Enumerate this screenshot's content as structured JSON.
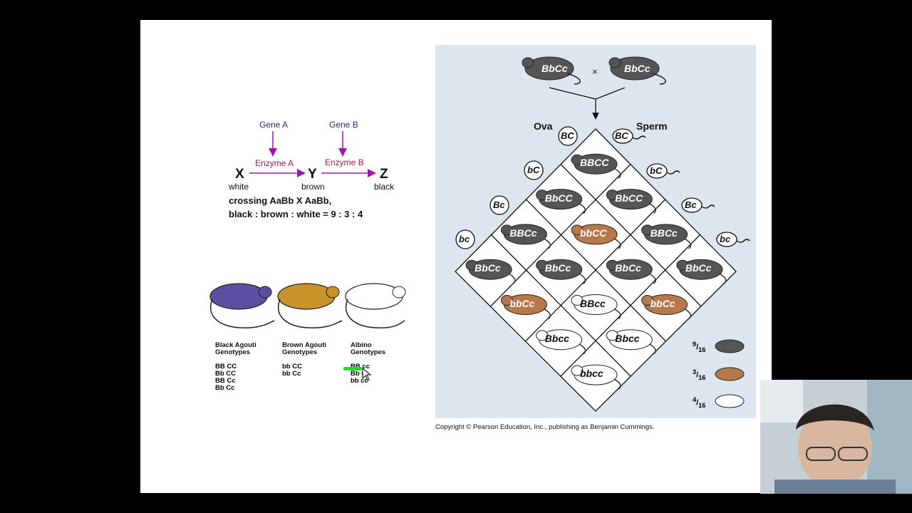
{
  "pathway": {
    "gene_a": "Gene A",
    "gene_b": "Gene B",
    "enzyme_a": "Enzyme A",
    "enzyme_b": "Enzyme B",
    "x": "X",
    "y": "Y",
    "z": "Z",
    "x_label": "white",
    "y_label": "brown",
    "z_label": "black",
    "cross_line1": "crossing AaBb X AaBb,",
    "cross_line2": "black : brown :  white = 9 : 3 : 4"
  },
  "mice_groups": [
    {
      "title": "Black Agouti Genotypes",
      "genotypes": [
        "BB CC",
        "Bb CC",
        "BB Cc",
        "Bb Cc"
      ],
      "color": "#5a4fa0"
    },
    {
      "title": "Brown Agouti Genotypes",
      "genotypes": [
        "bb CC",
        "bb Cc"
      ],
      "color": "#c8942a"
    },
    {
      "title": "Albino Genotypes",
      "genotypes": [
        "BB cc",
        "Bb cc",
        "bb cc"
      ],
      "color": "#ffffff"
    }
  ],
  "punnett": {
    "parent_left": "BbCc",
    "parent_right": "BbCc",
    "cross_symbol": "×",
    "ova_label": "Ova",
    "sperm_label": "Sperm",
    "ova_gametes": [
      "BC",
      "bC",
      "Bc",
      "bc"
    ],
    "sperm_gametes": [
      "BC",
      "bC",
      "Bc",
      "bc"
    ],
    "cells": [
      [
        "BBCC",
        "BbCC",
        "BBCc",
        "BbCc"
      ],
      [
        "BbCC",
        "bbCC",
        "BbCc",
        "bbCc"
      ],
      [
        "BBCc",
        "BbCc",
        "BBcc",
        "Bbcc"
      ],
      [
        "BbCc",
        "bbCc",
        "Bbcc",
        "bbcc"
      ]
    ],
    "ratios": [
      {
        "num": "9",
        "den": "16",
        "color": "#555555"
      },
      {
        "num": "3",
        "den": "16",
        "color": "#b8794a"
      },
      {
        "num": "4",
        "den": "16",
        "color": "#ffffff"
      }
    ],
    "copyright": "Copyright © Pearson Education, Inc., publishing as Benjamin Cummings."
  },
  "colors": {
    "black_mouse": "#555555",
    "brown_mouse": "#b8794a",
    "white_mouse": "#ffffff",
    "panel_bg": "#dde6ef",
    "gene_text": "#2a2a6a",
    "enzyme_text": "#b0124a",
    "arrow": "#9a1ab0",
    "highlight": "#22dd22"
  }
}
